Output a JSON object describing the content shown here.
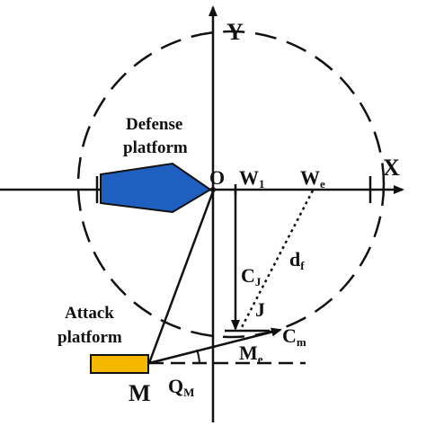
{
  "axes": {
    "x_label": "X",
    "y_label": "Y"
  },
  "origin_label": "O",
  "points": {
    "w1": {
      "main": "W",
      "sub": "1"
    },
    "we": {
      "main": "W",
      "sub": "e"
    },
    "j": "J",
    "me": {
      "main": "M",
      "sub": "e"
    },
    "m": "M"
  },
  "vectors": {
    "cj": {
      "main": "C",
      "sub": "J"
    },
    "cm": {
      "main": "C",
      "sub": "m"
    },
    "df": {
      "main": "d",
      "sub": "f"
    }
  },
  "angle": {
    "main": "Q",
    "sub": "M"
  },
  "platforms": {
    "defense": {
      "line1": "Defense",
      "line2": "platform",
      "color": "#1f5fbf"
    },
    "attack": {
      "line1": "Attack",
      "line2": "platform",
      "color": "#f5b800"
    }
  }
}
